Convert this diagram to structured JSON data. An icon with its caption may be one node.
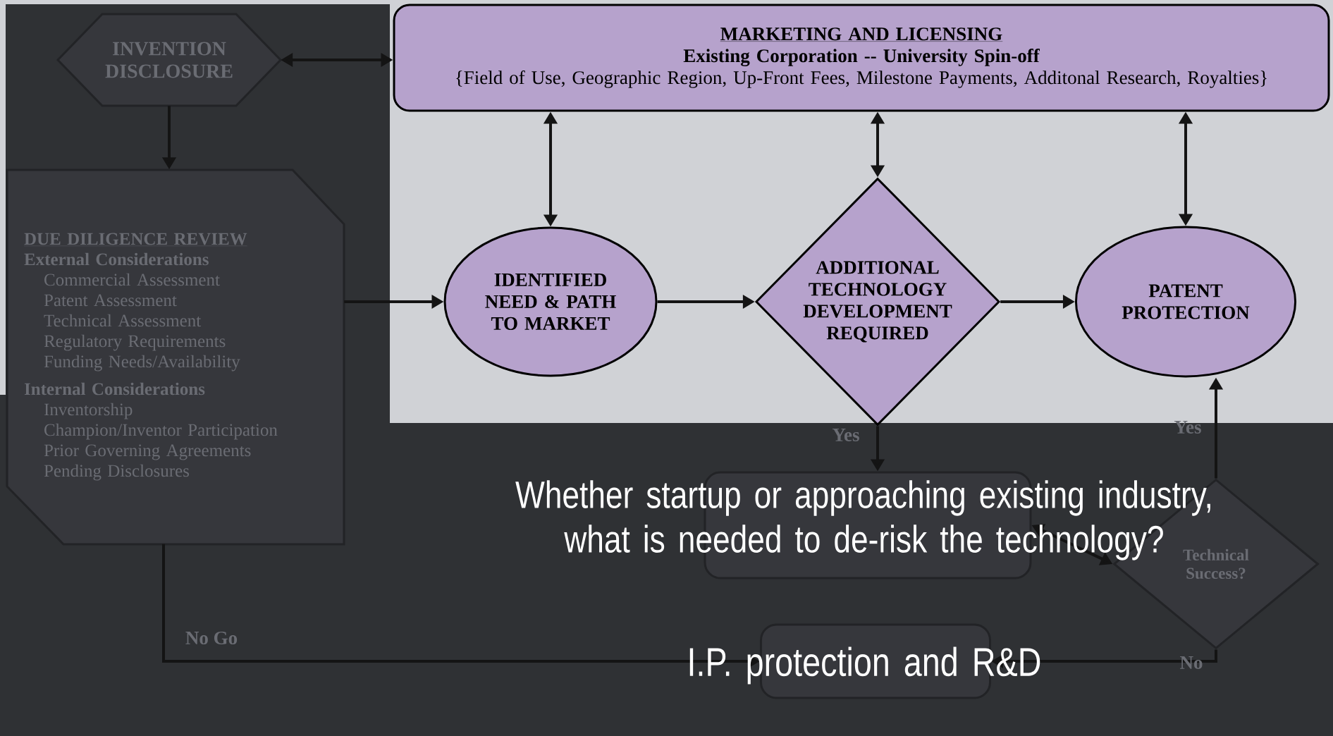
{
  "diagram": {
    "nodes": [
      {
        "text": [
          "INVENTION DISCLOSURE"
        ]
      },
      {
        "text": [
          "MARKETING AND LICENSING",
          "Existing Corporation -- University Spin-off",
          "{Field of Use, Geographic Region, Up-Front Fees, Milestone Payments, Additonal Research, Royalties}"
        ]
      },
      {
        "text": [
          "DUE DILIGENCE REVIEW",
          "External Considerations",
          "Commercial Assessment",
          "Patent Assessment",
          "Technical Assessment",
          "Regulatory Requirements",
          "Funding Needs/Availability",
          "Internal Considerations",
          "Inventorship",
          "Champion/Inventor Participation",
          "Prior Governing Agreements",
          "Pending Disclosures"
        ]
      },
      {
        "text": [
          "IDENTIFIED NEED & PATH TO MARKET"
        ]
      },
      {
        "text": [
          "ADDITIONAL TECHNOLOGY DEVELOPMENT REQUIRED"
        ]
      },
      {
        "text": [
          "PATENT PROTECTION"
        ]
      },
      {
        "text": [],
        "shape": "box"
      },
      {
        "text": [
          "Technical Success?"
        ]
      },
      {
        "text": [],
        "shape": "box"
      }
    ],
    "edges": [
      {
        "from": 0,
        "to": 1,
        "arrow": "both"
      },
      {
        "from": 0,
        "to": 2,
        "arrow": "to"
      },
      {
        "from": 2,
        "to": 3,
        "arrow": "to"
      },
      {
        "from": 3,
        "to": 1,
        "arrow": "both"
      },
      {
        "from": 4,
        "to": 1,
        "arrow": "both"
      },
      {
        "from": 5,
        "to": 1,
        "arrow": "both"
      },
      {
        "from": 3,
        "to": 4,
        "arrow": "to"
      },
      {
        "from": 4,
        "to": 5,
        "arrow": "to"
      },
      {
        "from": 4,
        "to": 6,
        "arrow": "to",
        "label": "Yes"
      },
      {
        "from": 6,
        "to": 7,
        "arrow": "both"
      },
      {
        "from": 7,
        "to": 5,
        "arrow": "to",
        "label": "Yes"
      },
      {
        "from": 7,
        "to": 8,
        "arrow": "to",
        "label": "No"
      },
      {
        "from": 2,
        "to": 8,
        "arrow": "to",
        "label": "No Go"
      }
    ],
    "labels": [
      "Whether startup or approaching existing industry, what is needed to de-risk the technology?",
      "I.P. protection and R&D"
    ]
  }
}
